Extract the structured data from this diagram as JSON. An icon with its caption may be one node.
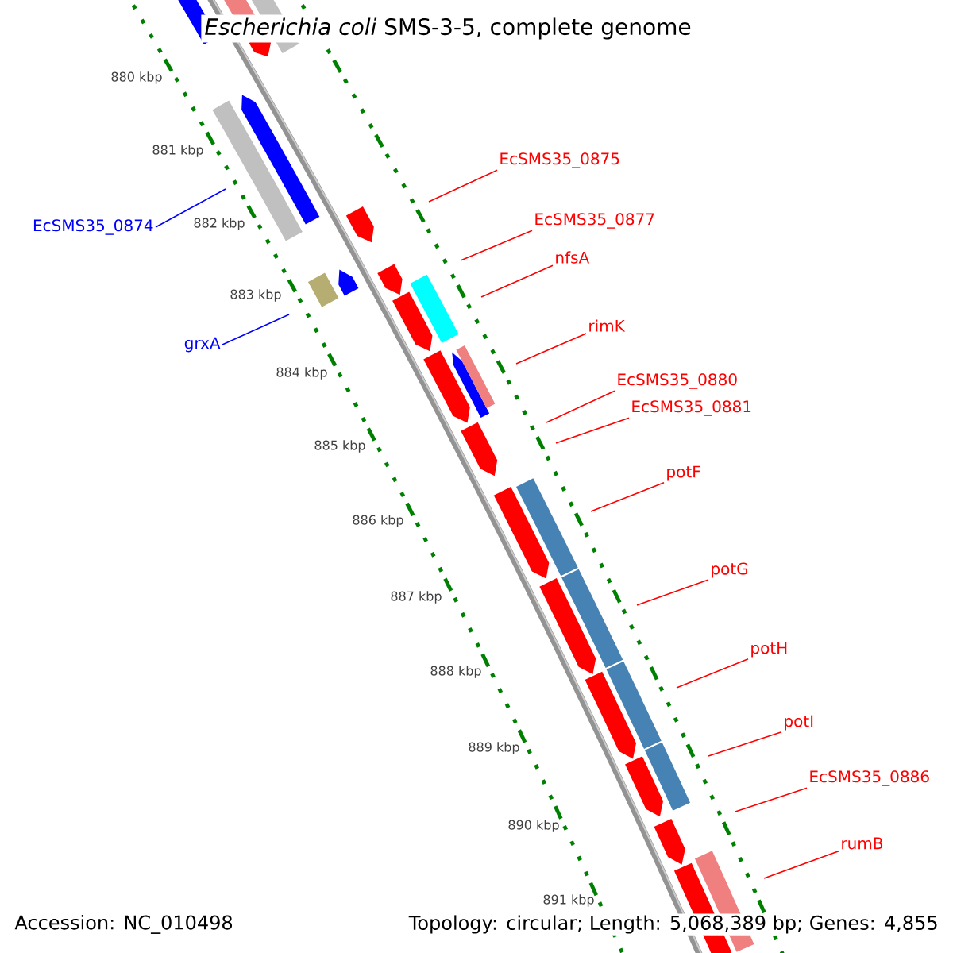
{
  "diagram": {
    "title": "*Escherichia coli* SMS-3-5, complete genome",
    "nodes": [
      {
        "text": [
          "EcSMS35_0875"
        ]
      },
      {
        "text": [
          "EcSMS35_0874"
        ]
      },
      {
        "text": [
          "EcSMS35_0877"
        ]
      },
      {
        "text": [
          "nfsA"
        ]
      },
      {
        "text": [
          "grxA"
        ]
      },
      {
        "text": [
          "rimK"
        ]
      },
      {
        "text": [
          "EcSMS35_0880"
        ]
      },
      {
        "text": [
          "EcSMS35_0881"
        ]
      },
      {
        "text": [
          "potF"
        ]
      },
      {
        "text": [
          "potG"
        ]
      },
      {
        "text": [
          "potH"
        ]
      },
      {
        "text": [
          "potI"
        ]
      },
      {
        "text": [
          "EcSMS35_0886"
        ]
      },
      {
        "text": [
          "rumB"
        ]
      }
    ],
    "edges": [
      {
        "from": 0,
        "to": null,
        "arrow": "none"
      },
      {
        "from": 1,
        "to": null,
        "arrow": "none",
        "color": "#0000ff"
      },
      {
        "from": 2,
        "to": null,
        "arrow": "none"
      },
      {
        "from": 3,
        "to": null,
        "arrow": "none"
      },
      {
        "from": 4,
        "to": null,
        "arrow": "none",
        "color": "#0000ff"
      },
      {
        "from": 5,
        "to": null,
        "arrow": "none"
      },
      {
        "from": 6,
        "to": null,
        "arrow": "none"
      },
      {
        "from": 7,
        "to": null,
        "arrow": "none"
      },
      {
        "from": 8,
        "to": null,
        "arrow": "none"
      },
      {
        "from": 9,
        "to": null,
        "arrow": "none"
      },
      {
        "from": 10,
        "to": null,
        "arrow": "none"
      },
      {
        "from": 11,
        "to": null,
        "arrow": "none"
      },
      {
        "from": 12,
        "to": null,
        "arrow": "none"
      },
      {
        "from": 13,
        "to": null,
        "arrow": "none"
      }
    ],
    "labels": [
      "880 kbp",
      "881 kbp",
      "882 kbp",
      "883 kbp",
      "884 kbp",
      "885 kbp",
      "886 kbp",
      "887 kbp",
      "888 kbp",
      "889 kbp",
      "890 kbp",
      "891 kbp",
      "Accession: NC_010498",
      "Topology: circular; Length: 5,068,389 bp; Genes: 4,855"
    ]
  }
}
